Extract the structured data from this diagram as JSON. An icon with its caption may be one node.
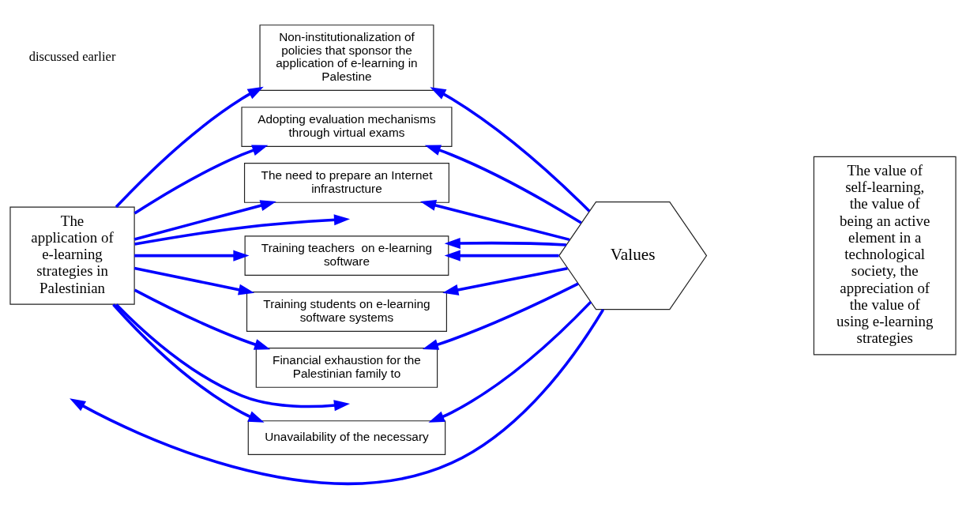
{
  "diagram": {
    "nodes": [
      {
        "text": [
          "The application of e-learning strategies in Palestinian"
        ]
      },
      {
        "text": [
          "Non-institutionalization of policies that sponsor the application of e-learning in Palestine"
        ]
      },
      {
        "text": [
          "Adopting evaluation mechanisms through virtual exams"
        ]
      },
      {
        "text": [
          "The need to prepare an Internet infrastructure"
        ]
      },
      {
        "text": [
          "Training teachers  on e-learning software"
        ]
      },
      {
        "text": [
          "Training students on e-learning software systems"
        ]
      },
      {
        "text": [
          "Financial exhaustion for the Palestinian family to"
        ]
      },
      {
        "text": [
          "Unavailability of the necessary"
        ]
      },
      {
        "text": [
          "Values"
        ]
      },
      {
        "text": [
          "The value of self-learning, the value of being an active element in a technological society, the appreciation of the value of using e-learning strategies"
        ]
      }
    ],
    "edges": [
      {
        "from": 0,
        "to": 1,
        "arrow": "to"
      },
      {
        "from": 0,
        "to": 2,
        "arrow": "to"
      },
      {
        "from": 0,
        "to": 3,
        "arrow": "to"
      },
      {
        "from": 0,
        "to": null,
        "arrow": "to"
      },
      {
        "from": 0,
        "to": 4,
        "arrow": "to"
      },
      {
        "from": 0,
        "to": 5,
        "arrow": "to"
      },
      {
        "from": 0,
        "to": 6,
        "arrow": "to"
      },
      {
        "from": 0,
        "to": null,
        "arrow": "to"
      },
      {
        "from": 0,
        "to": 7,
        "arrow": "to"
      },
      {
        "from": 8,
        "to": 1,
        "arrow": "to"
      },
      {
        "from": 8,
        "to": 2,
        "arrow": "to"
      },
      {
        "from": 8,
        "to": 3,
        "arrow": "to"
      },
      {
        "from": 8,
        "to": 4,
        "arrow": "to"
      },
      {
        "from": 8,
        "to": 4,
        "arrow": "to"
      },
      {
        "from": 8,
        "to": 5,
        "arrow": "to"
      },
      {
        "from": 8,
        "to": 6,
        "arrow": "to"
      },
      {
        "from": 8,
        "to": null,
        "arrow": "to"
      },
      {
        "from": 8,
        "to": 7,
        "arrow": "to"
      }
    ],
    "labels": [
      "discussed earlier"
    ]
  }
}
